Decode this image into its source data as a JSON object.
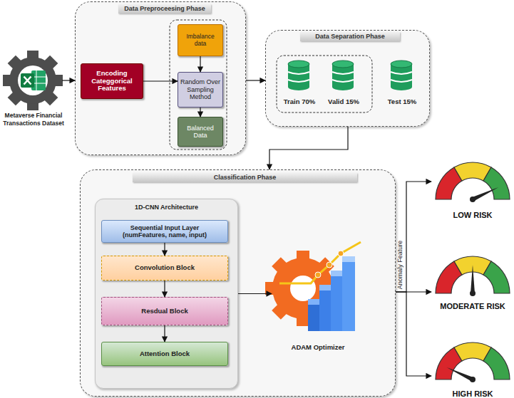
{
  "diagram": {
    "nodes": [
      {
        "text": [
          "Metaverse Financial Transactions Dataset"
        ]
      },
      {
        "text": [
          "Data Preproceesing Phase"
        ]
      },
      {
        "text": [
          "Encoding Categgorical Features"
        ],
        "in": 1
      },
      {
        "text": [
          "Imbalance data"
        ],
        "in": 1
      },
      {
        "text": [
          "Random Over Sampling Method"
        ],
        "in": 1
      },
      {
        "text": [
          "Balanced Data"
        ],
        "in": 1
      },
      {
        "text": [
          "Data Separation Phase"
        ]
      },
      {
        "text": [
          "Train 70%"
        ],
        "in": 6
      },
      {
        "text": [
          "Valid 15%"
        ],
        "in": 6
      },
      {
        "text": [
          "Test 15%"
        ],
        "in": 6
      },
      {
        "text": [
          "Classification Phase"
        ]
      },
      {
        "text": [
          "1D-CNN Architecture"
        ],
        "in": 10
      },
      {
        "text": [
          "Sequential Input Layer (numFeatures, name, input)"
        ],
        "in": 11
      },
      {
        "text": [
          "Convolution Block"
        ],
        "in": 11
      },
      {
        "text": [
          "Resdual Block"
        ],
        "in": 11
      },
      {
        "text": [
          "Attention Block"
        ],
        "in": 11
      },
      {
        "text": [
          "ADAM Optimizer"
        ],
        "in": 10
      },
      {
        "text": [
          "LOW RISK"
        ]
      },
      {
        "text": [
          "MODERATE RISK"
        ]
      },
      {
        "text": [
          "HIGH RISK"
        ]
      }
    ],
    "edges": [
      {
        "from": 0,
        "to": 1,
        "arrow": "to"
      },
      {
        "from": 2,
        "to": 4,
        "arrow": "to"
      },
      {
        "from": 3,
        "to": 4,
        "arrow": "to"
      },
      {
        "from": 4,
        "to": 5,
        "arrow": "to"
      },
      {
        "from": 1,
        "to": 6,
        "arrow": "to"
      },
      {
        "from": 6,
        "to": 10,
        "arrow": "to"
      },
      {
        "from": 12,
        "to": 13,
        "arrow": "to"
      },
      {
        "from": 13,
        "to": 14,
        "arrow": "to"
      },
      {
        "from": 14,
        "to": 15,
        "arrow": "to"
      },
      {
        "from": 11,
        "to": 16,
        "arrow": "to"
      },
      {
        "from": 10,
        "to": 17,
        "arrow": "to"
      },
      {
        "from": 10,
        "to": 18,
        "label": "Anomaly Feature",
        "arrow": "to"
      },
      {
        "from": 10,
        "to": 19,
        "arrow": "to"
      }
    ]
  }
}
